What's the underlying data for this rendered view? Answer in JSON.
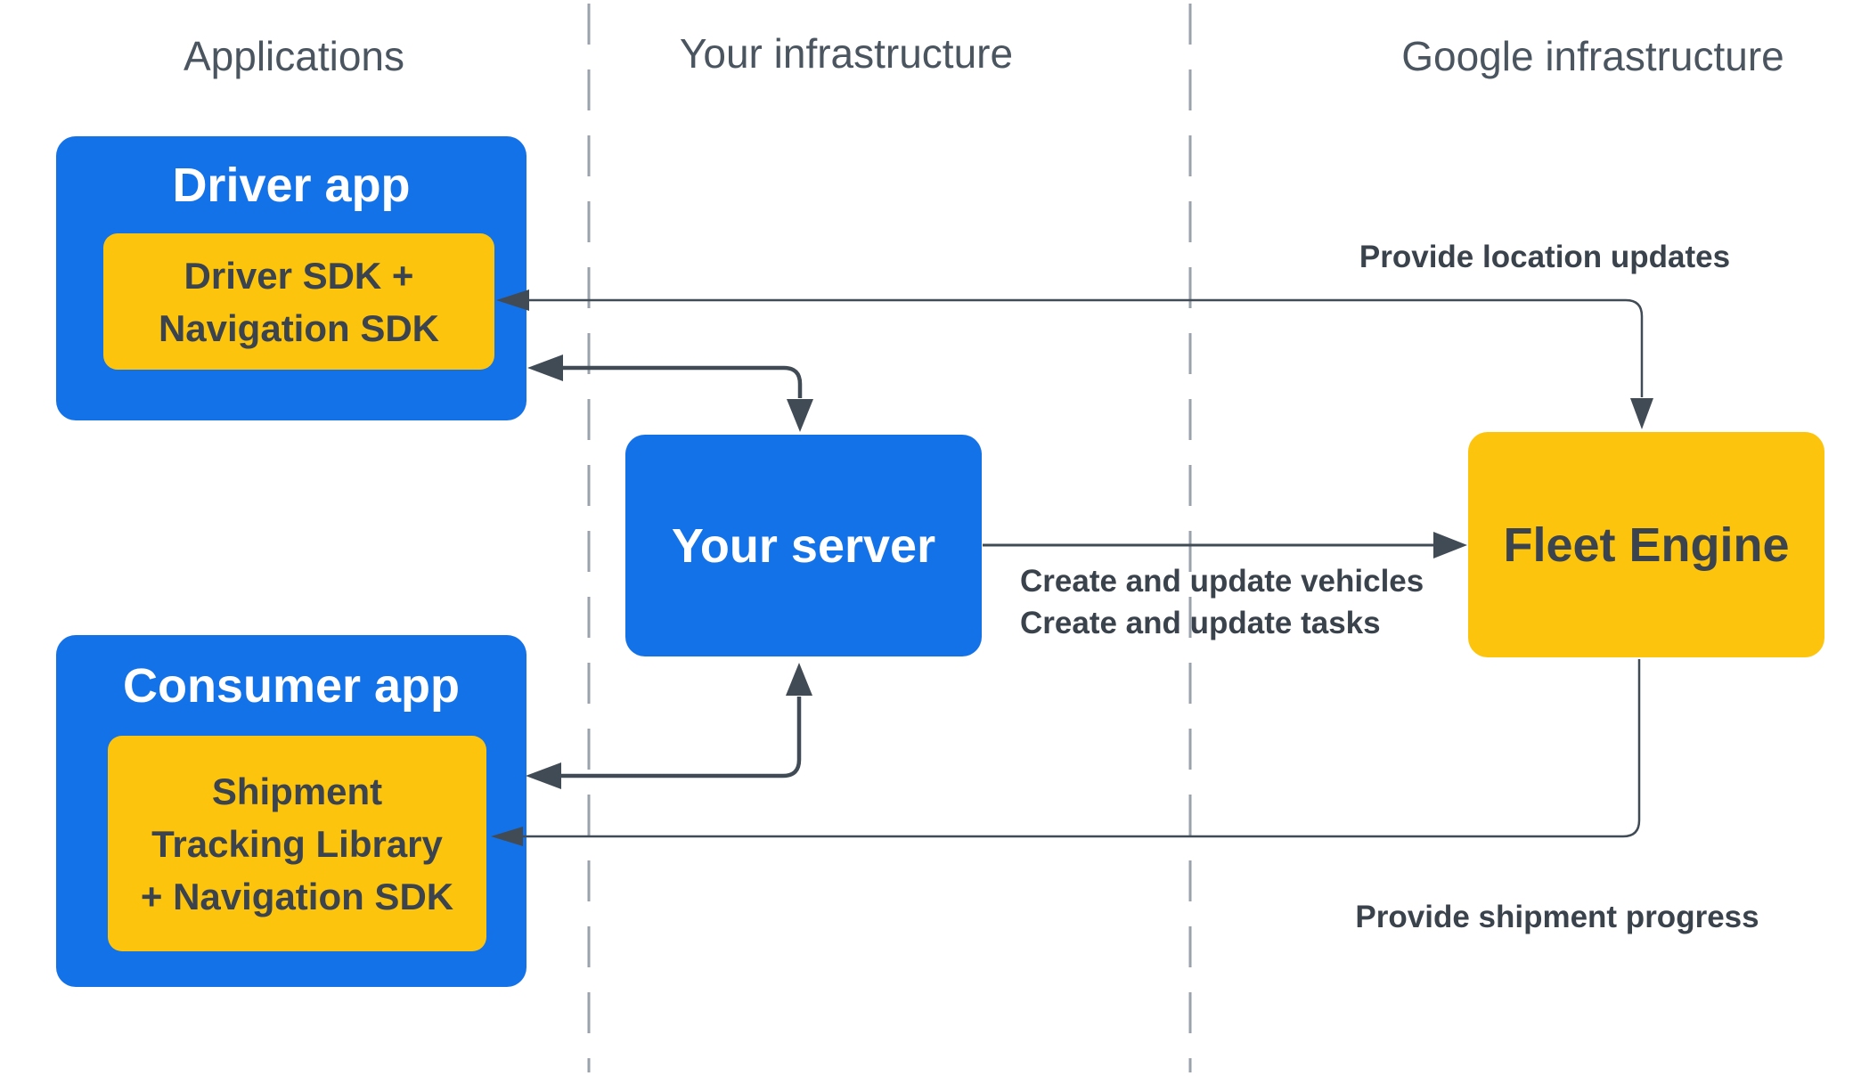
{
  "columns": [
    {
      "label": "Applications"
    },
    {
      "label": "Your infrastructure"
    },
    {
      "label": "Google infrastructure"
    }
  ],
  "nodes": {
    "driver_app": {
      "title": "Driver app",
      "sdk_line1": "Driver SDK +",
      "sdk_line2": "Navigation SDK"
    },
    "your_server": {
      "title": "Your server"
    },
    "fleet_engine": {
      "title": "Fleet Engine"
    },
    "consumer_app": {
      "title": "Consumer app",
      "lib_line1": "Shipment",
      "lib_line2": "Tracking Library",
      "lib_line3": "+ Navigation SDK"
    }
  },
  "arrow_labels": {
    "location_updates": "Provide location updates",
    "create_vehicles": "Create and update vehicles",
    "create_tasks": "Create and update tasks",
    "shipment_progress": "Provide shipment progress"
  },
  "colors": {
    "box_blue": "#1472E9",
    "box_yellow": "#FDC40D",
    "arrow": "#414B55",
    "label_text": "#3A424C",
    "header_text": "#4A5560",
    "dashed_divider": "#9AA2AB",
    "title_on_blue": "#FFFFFF",
    "text_on_yellow": "#3A434E"
  }
}
